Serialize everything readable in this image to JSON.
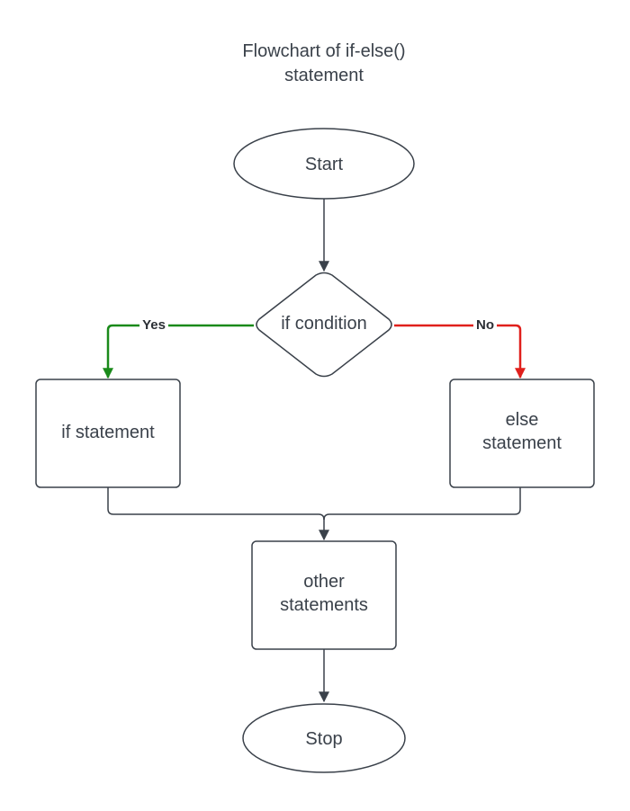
{
  "title": {
    "line1": "Flowchart of if-else()",
    "line2": "statement"
  },
  "nodes": {
    "start": {
      "label": "Start"
    },
    "condition": {
      "label": "if condition"
    },
    "if_statement": {
      "label": "if statement"
    },
    "else_statement": {
      "line1": "else",
      "line2": "statement"
    },
    "other_statements": {
      "line1": "other",
      "line2": "statements"
    },
    "stop": {
      "label": "Stop"
    }
  },
  "edges": {
    "yes": {
      "label": "Yes",
      "color": "#1a8a1a"
    },
    "no": {
      "label": "No",
      "color": "#e0201c"
    }
  },
  "colors": {
    "stroke": "#3a414a",
    "fill": "#ffffff",
    "text": "#3a414a"
  }
}
